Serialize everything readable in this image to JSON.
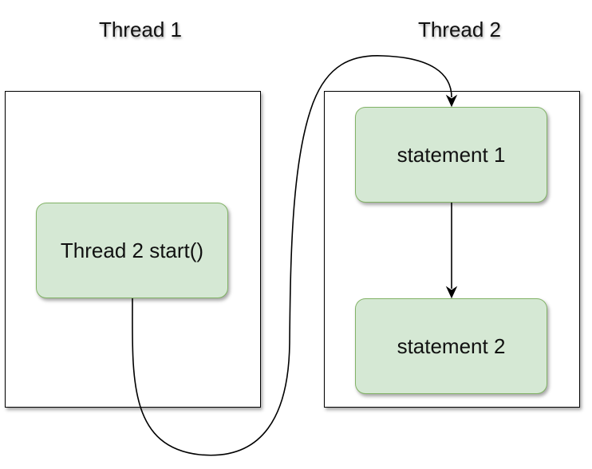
{
  "threads": [
    {
      "title": "Thread 1",
      "nodes": [
        {
          "label": "Thread 2 start()"
        }
      ]
    },
    {
      "title": "Thread 2",
      "nodes": [
        {
          "label": "statement 1"
        },
        {
          "label": "statement 2"
        }
      ]
    }
  ],
  "colors": {
    "node_fill": "#d5e8d4",
    "node_border": "#82b366",
    "panel_border": "#000000",
    "edge": "#000000"
  },
  "edges": [
    {
      "from": "Thread 2 start()",
      "to": "statement 1"
    },
    {
      "from": "statement 1",
      "to": "statement 2"
    }
  ]
}
